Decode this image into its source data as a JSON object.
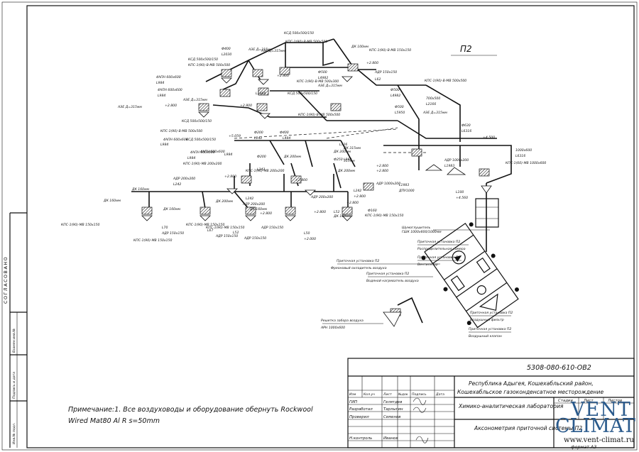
{
  "system_label": "П2",
  "document_code": "5308-080-610-ОВ2",
  "project_location": "Республика Адыгея, Кошехабльский район,",
  "project_field": "Кошехабльское газоконденсатное месторождение",
  "building_name": "Химико-аналитическая лаборатория",
  "sheet_title": "Аксонометрия приточной системы П2",
  "format_label": "формат А3",
  "stamp_columns": [
    "Изм",
    "Кол.уч",
    "Лист",
    "№док",
    "Подпись",
    "Дата"
  ],
  "stamp_rows": [
    {
      "role": "ГИП",
      "name": "Гелятдев"
    },
    {
      "role": "Разработал",
      "name": "Тарлыгин"
    },
    {
      "role": "Проверил",
      "name": "Семенов"
    },
    {
      "role": "",
      "name": ""
    },
    {
      "role": "Н.контроль",
      "name": "Иванов"
    }
  ],
  "stage_headers": [
    "Стадия",
    "Лист",
    "Листов"
  ],
  "side_labels": {
    "approved": "СОГЛАСОВАНО",
    "replace_inv": "Взамен инв.№",
    "sign_date": "Подпись и дата",
    "inv_orig": "Инв.№ подл."
  },
  "note": {
    "line1": "Примечание:1. Все воздуховоды и оборудование обернуть Rockwool",
    "line2": "Wired Mat80 Al R s=50mm"
  },
  "logo": {
    "vent": "VENT",
    "climat": "CLIMAT",
    "url": "www.vent-climat.ru",
    "color": "#2a5a8c"
  },
  "unit_labels": {
    "mixing": "Приточная установка П2",
    "mixing_sub": "Распределительная камера",
    "fan": "Приточная установка П2",
    "fan_sub": "Вентилятор",
    "freon": "Приточная установка П2",
    "freon_sub": "Фреоновый охладитель воздуха",
    "heater": "Приточная установка П2",
    "heater_sub": "Водяной нагреватель воздуха",
    "filter": "Приточная установка П2",
    "filter_sub": "Воздушный фильтр",
    "valve": "Приточная установка П2",
    "valve_sub": "Воздушный клапан",
    "silencer": "Шумоглушитель",
    "silencer_sub": "ГШК 1000х600/1000мм",
    "grille": "Решетка забора воздуха",
    "grille_sub": "АРН 1000х600"
  },
  "labels": [
    {
      "t": "КСД 500х500/150"
    },
    {
      "t": "АЭЕ Д=315мм"
    },
    {
      "t": "Ф400"
    },
    {
      "t": "L2030"
    },
    {
      "t": "КПС-1(90)-В-МВ 500х500"
    },
    {
      "t": "ДК 100мм"
    },
    {
      "t": "КПС-1(90)-В-МВ 150х150"
    },
    {
      "t": "АЭЕ Д=315мм"
    },
    {
      "t": "КСД 500х500/150"
    },
    {
      "t": "КПС-1(90)-В-МВ 500х500"
    },
    {
      "t": "+2.800"
    },
    {
      "t": "АДР 150х150"
    },
    {
      "t": "L62"
    },
    {
      "t": "4АПН 600х600"
    },
    {
      "t": "L984"
    },
    {
      "t": "+2.800"
    },
    {
      "t": "Ф500"
    },
    {
      "t": "L4982"
    },
    {
      "t": "L1968"
    },
    {
      "t": "4АПН 600х600"
    },
    {
      "t": "L984"
    },
    {
      "t": "АЭЕ Д=315мм"
    },
    {
      "t": "КСД 500х500/150"
    },
    {
      "t": "КПС-1(90)-В-МВ 500х300"
    },
    {
      "t": "Ф500"
    },
    {
      "t": "L4982"
    },
    {
      "t": "АЭЕ Д=315мм"
    },
    {
      "t": "АЭЕ Д=315мм"
    },
    {
      "t": "+2.800"
    },
    {
      "t": "+2.800"
    },
    {
      "t": "КПС-1(90)-В-МВ 500х500"
    },
    {
      "t": "Ф500"
    },
    {
      "t": "L5950"
    },
    {
      "t": "700х500"
    },
    {
      "t": "L2166"
    },
    {
      "t": "АЭЕ Д=315мм"
    },
    {
      "t": "КСД 500х500/150"
    },
    {
      "t": "4АПН 600х600"
    },
    {
      "t": "L984"
    },
    {
      "t": "КПС-1(90)-В-МВ 500х500"
    },
    {
      "t": "Ф630"
    },
    {
      "t": "L6316"
    },
    {
      "t": "КПС-1(90)-В-МВ 500х500"
    },
    {
      "t": "4АПН 600х600"
    },
    {
      "t": "L984"
    },
    {
      "t": "+5.059"
    },
    {
      "t": "КСД 500х500/150"
    },
    {
      "t": "Ф200"
    },
    {
      "t": "L242"
    },
    {
      "t": "Ф400"
    },
    {
      "t": "L484"
    },
    {
      "t": "+4.500"
    },
    {
      "t": "1000х600"
    },
    {
      "t": "L6316"
    },
    {
      "t": "4АПН 600х600"
    },
    {
      "t": "L984"
    },
    {
      "t": "ДК 200мм"
    },
    {
      "t": "ДК 200мм"
    },
    {
      "t": "Ф250"
    },
    {
      "t": "L726"
    },
    {
      "t": "ДК 315мм"
    },
    {
      "t": "315мм"
    },
    {
      "t": "L968"
    },
    {
      "t": "КПС-1(60)-МВ 1000х600"
    },
    {
      "t": "АДР 1000х200"
    },
    {
      "t": "L1983"
    },
    {
      "t": "КПС-1(90)-МВ 200х200"
    },
    {
      "t": "Ф200"
    },
    {
      "t": "L242"
    },
    {
      "t": "КПС-1(90)-МВ 200х200"
    },
    {
      "t": "ДК 200мм"
    },
    {
      "t": "+2.800"
    },
    {
      "t": "АДР 200х200"
    },
    {
      "t": "L242"
    },
    {
      "t": "+2.800"
    },
    {
      "t": "+2.800"
    },
    {
      "t": "+2.800"
    },
    {
      "t": "АДР 1000х200"
    },
    {
      "t": "L1983"
    },
    {
      "t": "ДПУ1000"
    },
    {
      "t": "L100"
    },
    {
      "t": "+4.560"
    },
    {
      "t": "ДК 160мм"
    },
    {
      "t": "ДК 160мм"
    },
    {
      "t": "ДК 200мм"
    },
    {
      "t": "АДР 200х200"
    },
    {
      "t": "L242"
    },
    {
      "t": "АДР 200х200"
    },
    {
      "t": "L242"
    },
    {
      "t": "+2.800"
    },
    {
      "t": "ДК 160мм"
    },
    {
      "t": "ДК 160мм"
    },
    {
      "t": "+2.800"
    },
    {
      "t": "+2.800"
    },
    {
      "t": "Ф160"
    },
    {
      "t": "L52"
    },
    {
      "t": "ДК 160мм"
    },
    {
      "t": "+2.800"
    },
    {
      "t": "КПС-1(90)-МВ 150х150"
    },
    {
      "t": "КПС-1(90)-МВ 150х150"
    },
    {
      "t": "КПС-1(90)-МВ 150х150"
    },
    {
      "t": "КПС-1(90)-МВ 150х150"
    },
    {
      "t": "КПС-1(90)-МВ 150х150"
    },
    {
      "t": "АДР 150х150"
    },
    {
      "t": "L70"
    },
    {
      "t": "АДР 150х150"
    },
    {
      "t": "L67"
    },
    {
      "t": "АДР 150х150"
    },
    {
      "t": "L52"
    },
    {
      "t": "АДР 150х150"
    },
    {
      "t": "L50"
    },
    {
      "t": "+2.000"
    }
  ]
}
